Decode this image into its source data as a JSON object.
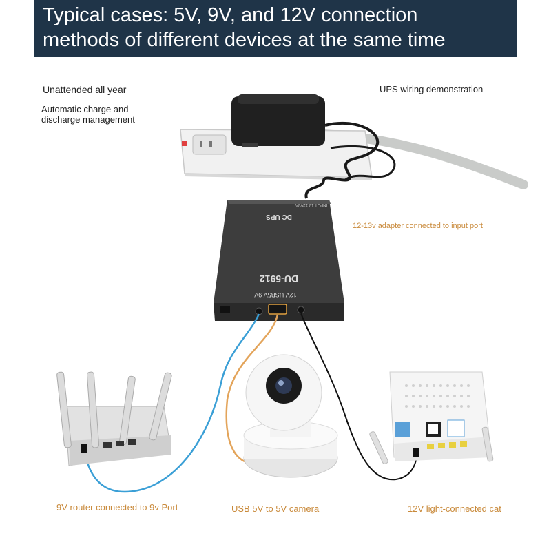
{
  "header": {
    "line1": "Typical cases: 5V, 9V, and 12V connection",
    "line2": "methods of different devices at the same time"
  },
  "notes": {
    "unattended": "Unattended all year",
    "auto_line1": "Automatic charge and",
    "auto_line2": "discharge management",
    "ups_demo": "UPS wiring demonstration"
  },
  "ups": {
    "brand": "DC UPS",
    "model": "DU-5912",
    "input_label": "INPUT 12-13V2A",
    "ports_label": "12V USB5V 9V"
  },
  "captions": {
    "adapter": "12-13v adapter connected to input port",
    "router": "9V router connected to 9v Port",
    "camera": "USB 5V to 5V camera",
    "cat": "12V light-connected cat"
  },
  "colors": {
    "header_bg": "#1f3448",
    "caption": "#c98a3b",
    "cable_9v": "#3a9fd6",
    "cable_5v": "#e3a45a",
    "cable_12v": "#111111"
  }
}
